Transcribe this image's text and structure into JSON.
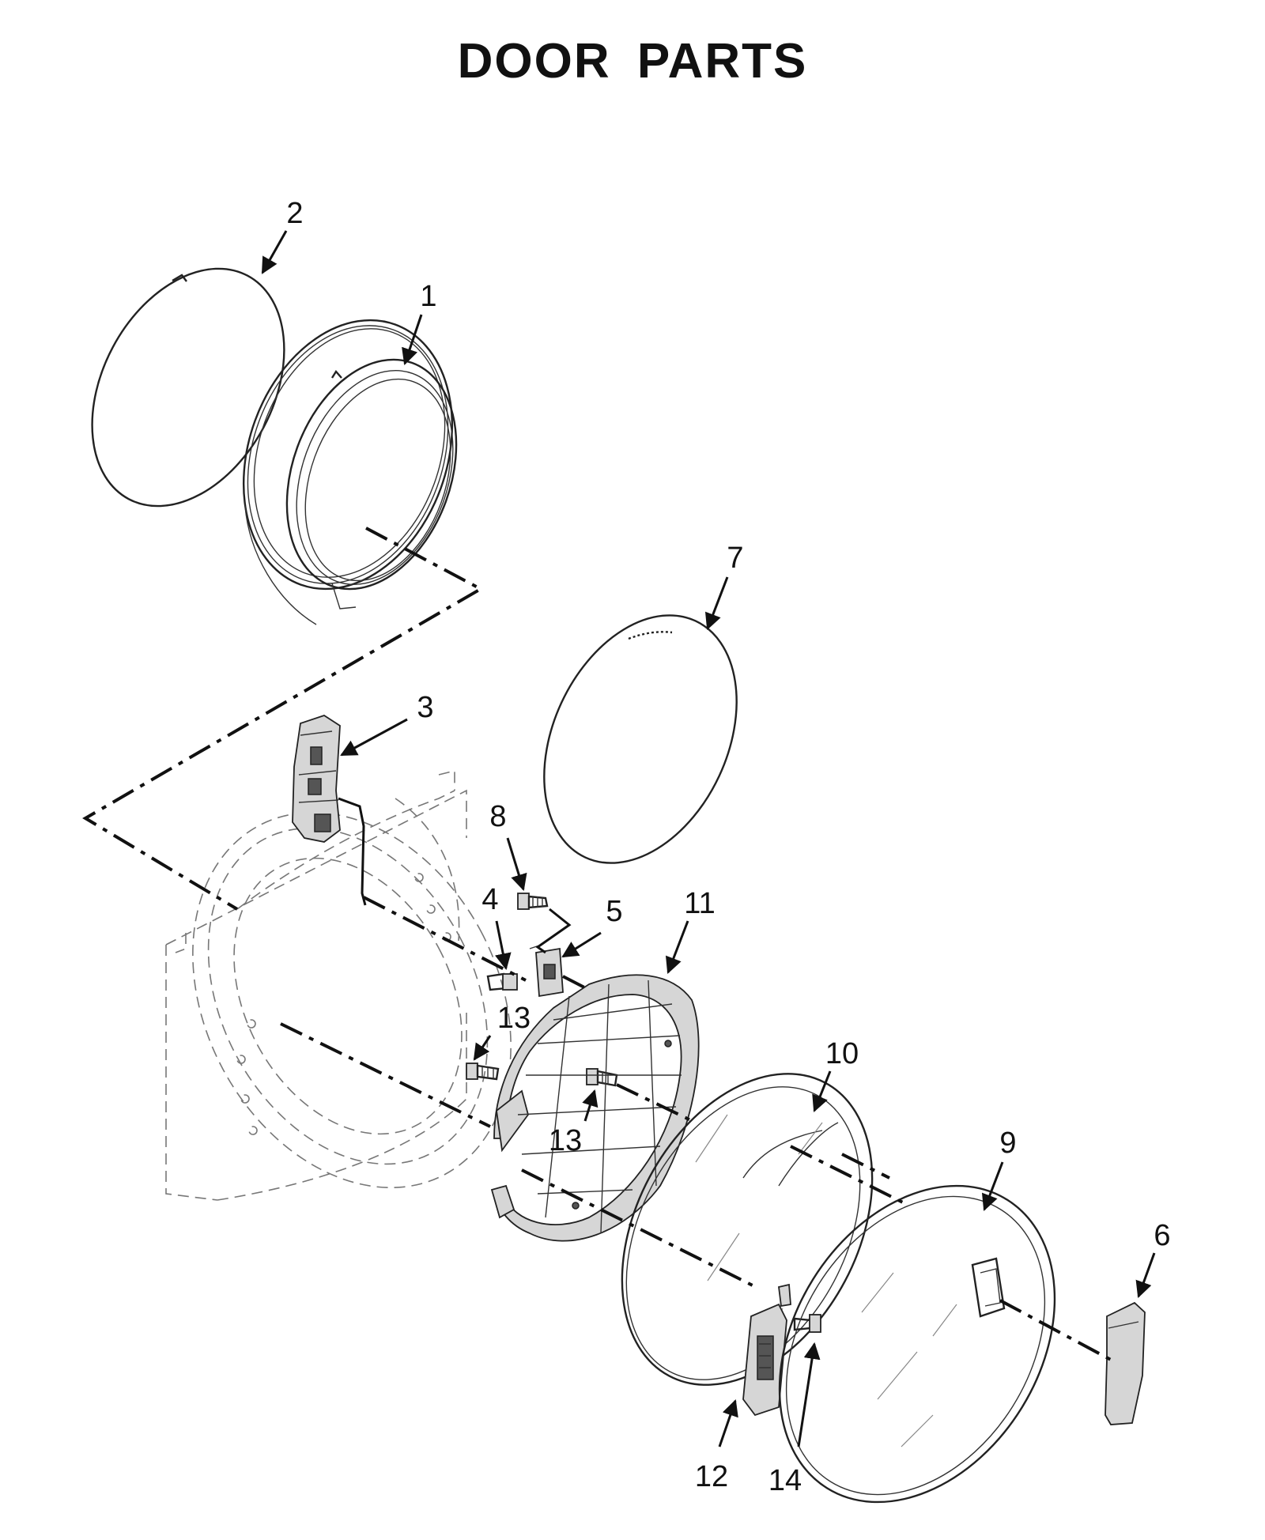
{
  "title": "DOOR PARTS",
  "callouts": {
    "c1": "1",
    "c2": "2",
    "c3": "3",
    "c4": "4",
    "c5": "5",
    "c6": "6",
    "c7": "7",
    "c8": "8",
    "c9": "9",
    "c10": "10",
    "c11": "11",
    "c12": "12",
    "c13a": "13",
    "c13b": "13",
    "c14": "14"
  }
}
